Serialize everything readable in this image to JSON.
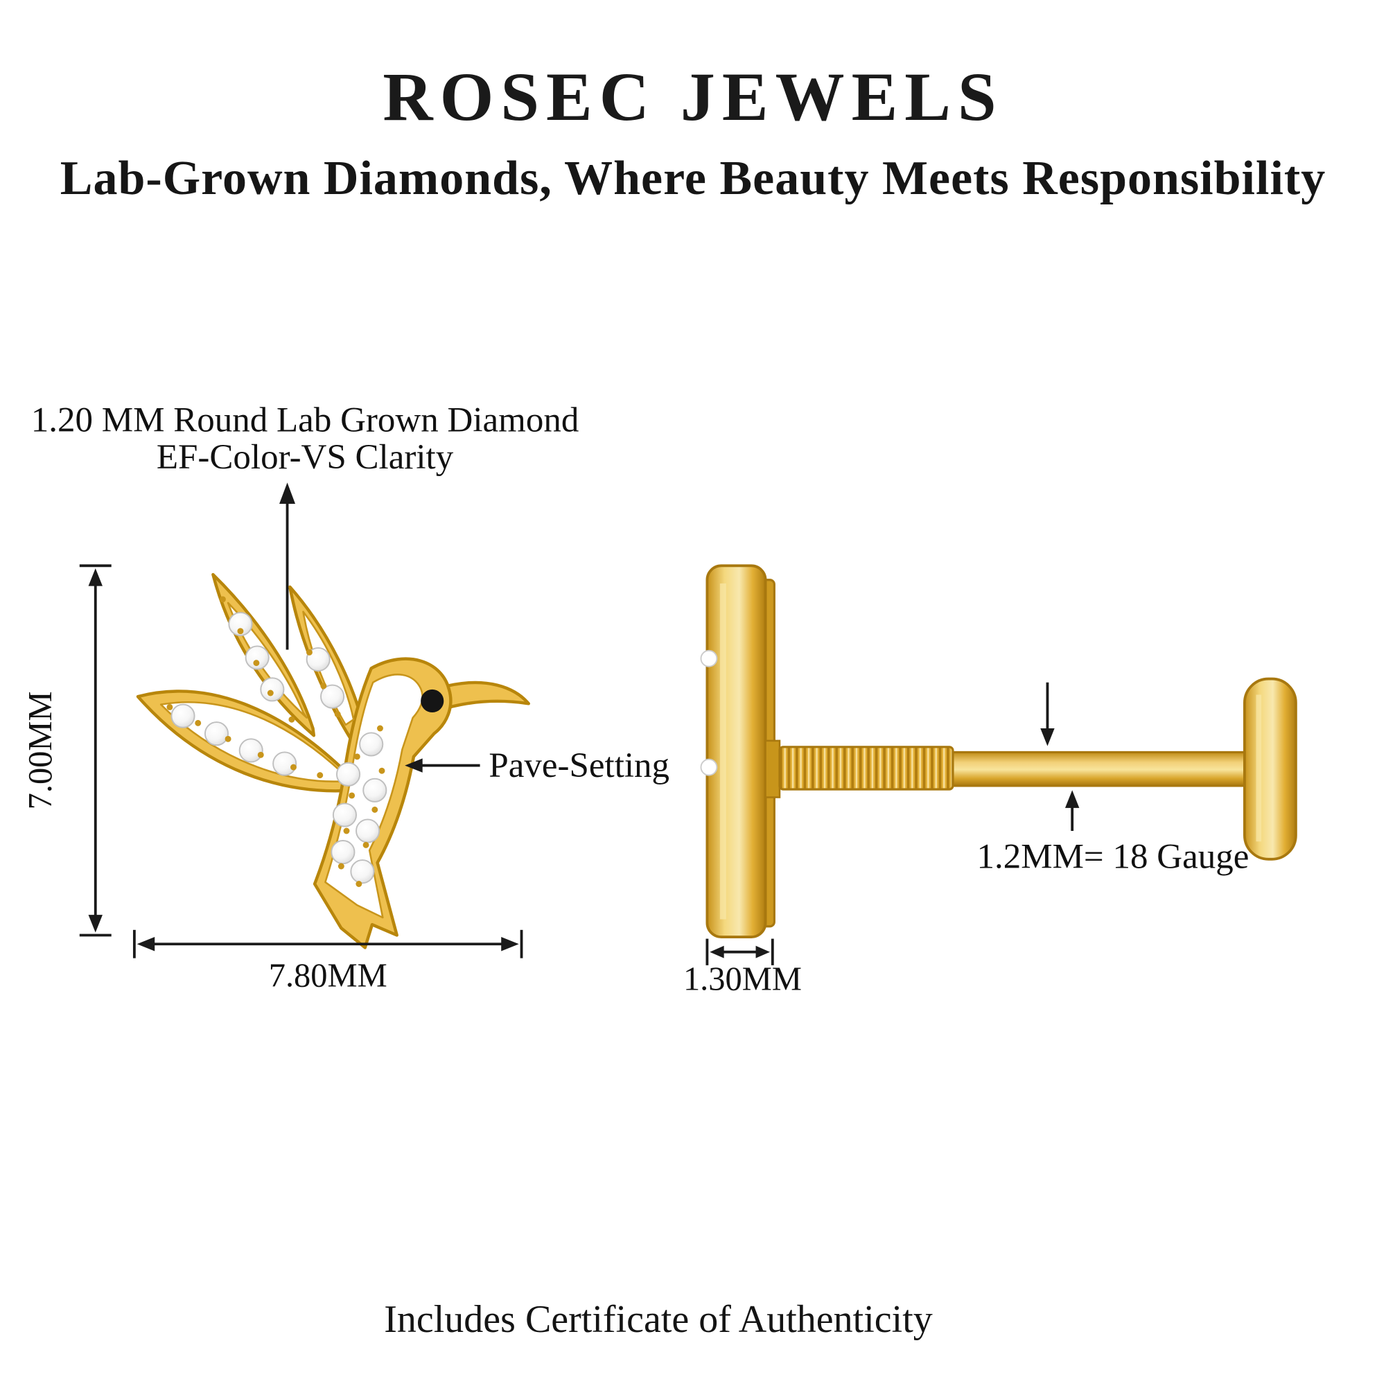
{
  "brand": {
    "title": "ROSEC JEWELS",
    "subtitle": "Lab-Grown Diamonds, Where Beauty Meets Responsibility"
  },
  "annotations": {
    "diamond_spec_line1": "1.20 MM Round Lab Grown Diamond",
    "diamond_spec_line2": "EF-Color-VS Clarity",
    "pave_setting": "Pave-Setting",
    "gauge": "1.2MM= 18 Gauge"
  },
  "dimensions": {
    "charm_height": "7.00MM",
    "charm_width": "7.80MM",
    "disc_thickness": "1.30MM"
  },
  "footer": {
    "certificate": "Includes Certificate of Authenticity"
  },
  "colors": {
    "gold": "#E2AF35",
    "gold_light": "#F8E49C",
    "gold_dark": "#B07D10",
    "outline_gold": "#B8860B",
    "diamond_white": "#FFFFFF",
    "eye_black": "#151515",
    "ink": "#111111"
  }
}
